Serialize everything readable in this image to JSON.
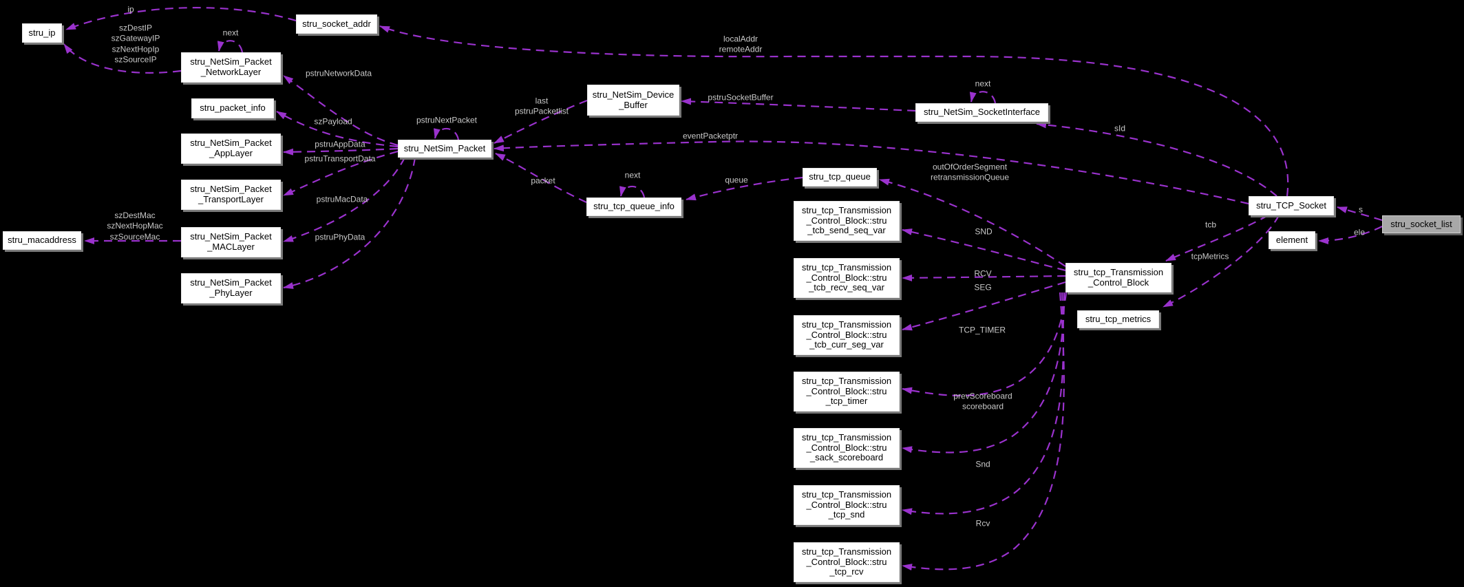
{
  "diagram": {
    "title": "stru_socket_list collaboration diagram",
    "colors": {
      "background": "#000000",
      "edge": "#9a32cd",
      "edge_label": "#c9c9c9",
      "node_fill": "#ffffff",
      "node_text": "#000000",
      "node_shadow": "#7a7a7a",
      "highlight_fill": "#a8a8a8"
    },
    "nodes": {
      "stru_ip": {
        "label": "stru_ip"
      },
      "stru_socket_addr": {
        "label": "stru_socket_addr"
      },
      "network_layer": {
        "label": "stru_NetSim_Packet\n_NetworkLayer"
      },
      "packet_info": {
        "label": "stru_packet_info"
      },
      "app_layer": {
        "label": "stru_NetSim_Packet\n_AppLayer"
      },
      "transport_layer": {
        "label": "stru_NetSim_Packet\n_TransportLayer"
      },
      "macaddress": {
        "label": "stru_macaddress"
      },
      "mac_layer": {
        "label": "stru_NetSim_Packet\n_MACLayer"
      },
      "phy_layer": {
        "label": "stru_NetSim_Packet\n_PhyLayer"
      },
      "netsim_packet": {
        "label": "stru_NetSim_Packet"
      },
      "device_buffer": {
        "label": "stru_NetSim_Device\n_Buffer"
      },
      "socket_interface": {
        "label": "stru_NetSim_SocketInterface"
      },
      "tcp_queue": {
        "label": "stru_tcp_queue"
      },
      "tcp_queue_info": {
        "label": "stru_tcp_queue_info"
      },
      "tcb_send_seq_var": {
        "label": "stru_tcp_Transmission\n_Control_Block::stru\n_tcb_send_seq_var"
      },
      "tcb_recv_seq_var": {
        "label": "stru_tcp_Transmission\n_Control_Block::stru\n_tcb_recv_seq_var"
      },
      "tcb_curr_seg_var": {
        "label": "stru_tcp_Transmission\n_Control_Block::stru\n_tcb_curr_seg_var"
      },
      "tcp_timer": {
        "label": "stru_tcp_Transmission\n_Control_Block::stru\n_tcp_timer"
      },
      "sack_scoreboard": {
        "label": "stru_tcp_Transmission\n_Control_Block::stru\n_sack_scoreboard"
      },
      "tcp_snd": {
        "label": "stru_tcp_Transmission\n_Control_Block::stru\n_tcp_snd"
      },
      "tcp_rcv": {
        "label": "stru_tcp_Transmission\n_Control_Block::stru\n_tcp_rcv"
      },
      "tcb": {
        "label": "stru_tcp_Transmission\n_Control_Block"
      },
      "tcp_metrics": {
        "label": "stru_tcp_metrics"
      },
      "tcp_socket": {
        "label": "stru_TCP_Socket"
      },
      "element": {
        "label": "element"
      },
      "socket_list": {
        "label": "stru_socket_list"
      }
    },
    "edge_labels": {
      "ip": "ip",
      "ip_members": "szDestIP\nszGatewayIP\nszNextHopIp\nszSourceIP",
      "next_network": "next",
      "pstruNetworkData": "pstruNetworkData",
      "szPayload": "szPayload",
      "pstruNextPacket": "pstruNextPacket",
      "pstruAppData": "pstruAppData",
      "pstruTransportData": "pstruTransportData",
      "pstruMacData": "pstruMacData",
      "pstruPhyData": "pstruPhyData",
      "mac_members": "szDestMac\nszNextHopMac\nszSourceMac",
      "packetlist": "last\npstruPacketlist",
      "packet": "packet",
      "addr": "localAddr\nremoteAddr",
      "pstruSocketBuffer": "pstruSocketBuffer",
      "next_socket_interface": "next",
      "eventPacketptr": "eventPacketptr",
      "queue": "queue",
      "next_queue_info": "next",
      "ooo": "outOfOrderSegment\nretransmissionQueue",
      "sid": "sId",
      "snd_seq": "SND",
      "rcv_seq": "RCV",
      "seg": "SEG",
      "tcp_timer_lbl": "TCP_TIMER",
      "scoreboard": "prevScoreboard\nscoreboard",
      "snd": "Snd",
      "rcv": "Rcv",
      "tcb_lbl": "tcb",
      "tcpMetrics": "tcpMetrics",
      "s": "s",
      "ele": "ele"
    }
  }
}
